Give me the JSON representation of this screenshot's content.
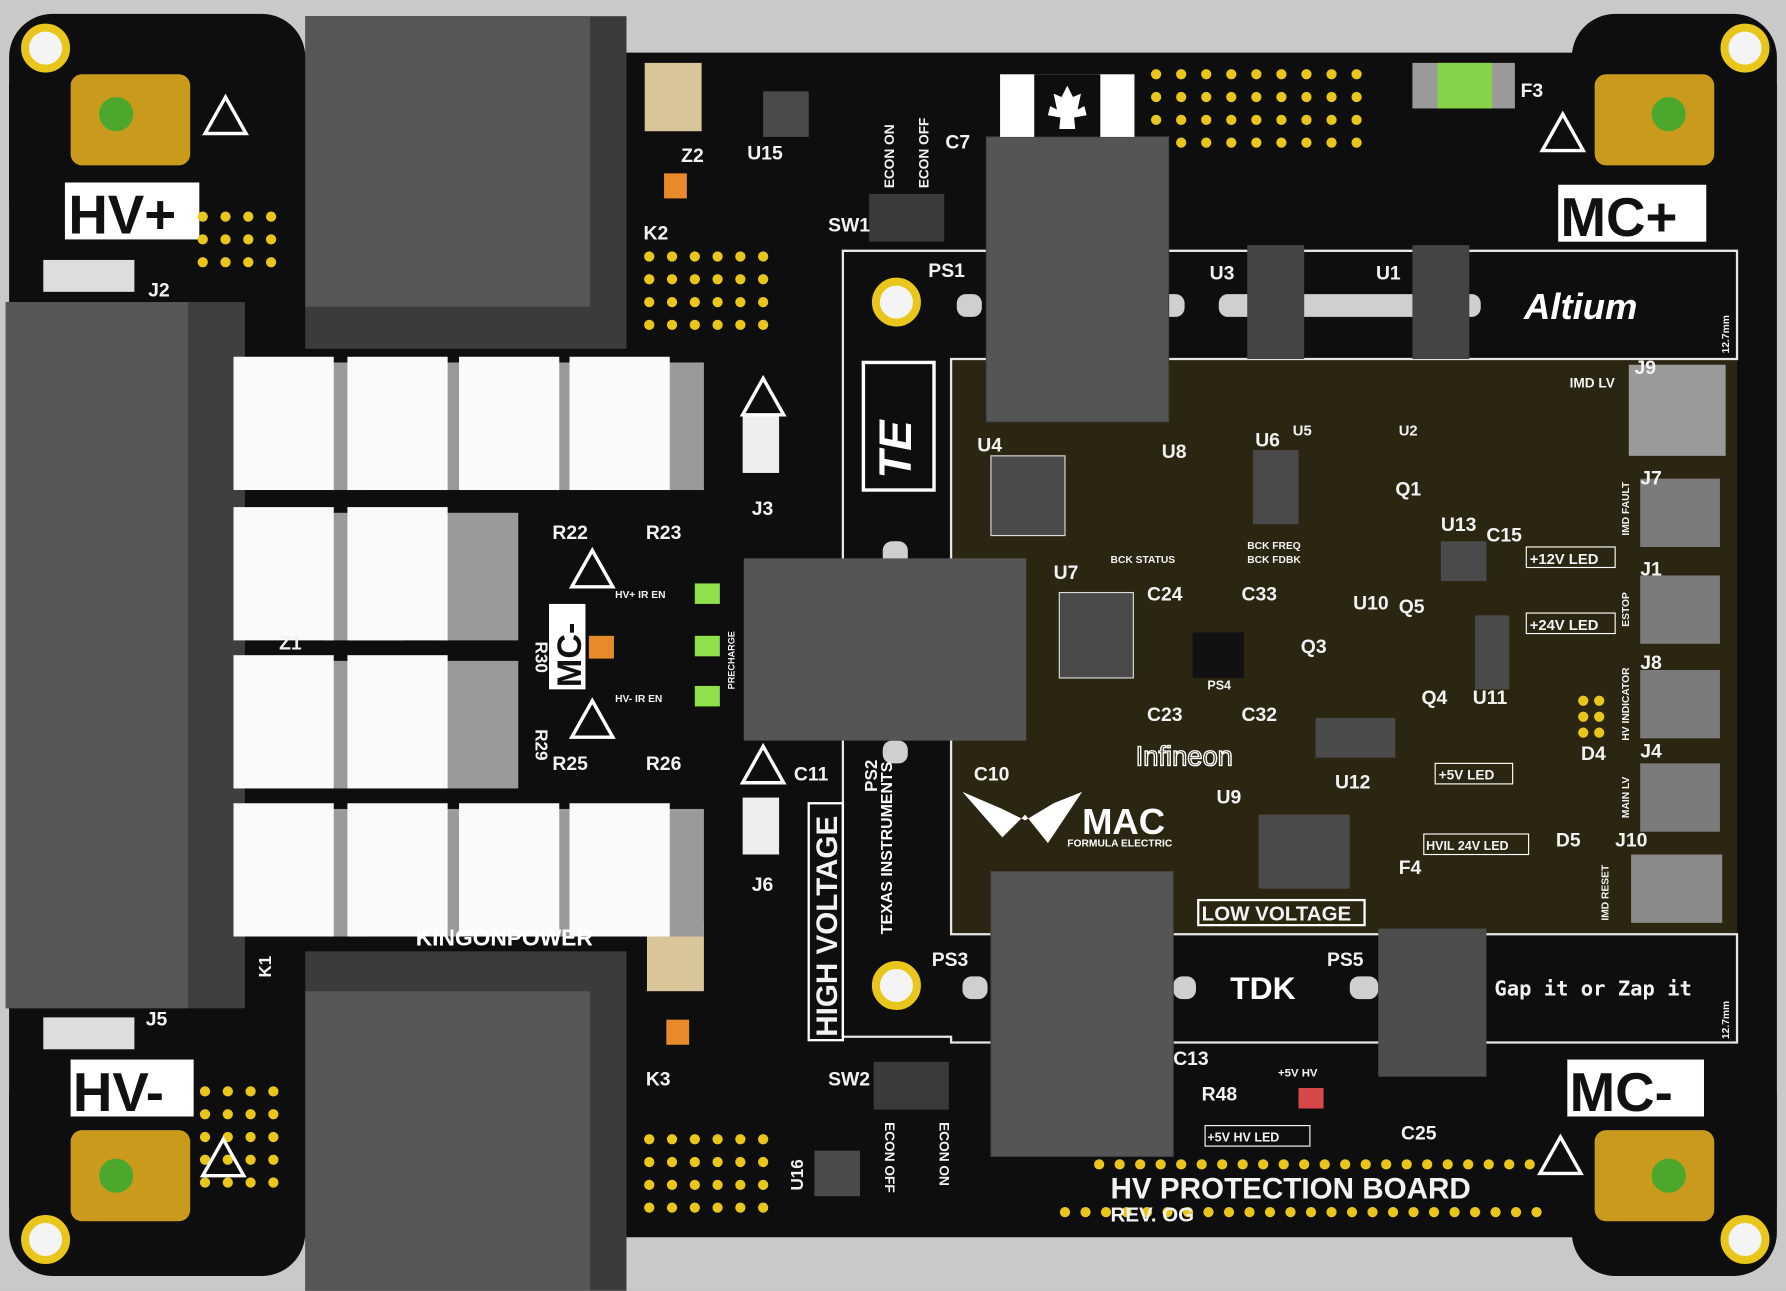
{
  "board": {
    "title": "HV PROTECTION BOARD",
    "revision": "REV. OG",
    "colors": {
      "background": "#c9c9c9",
      "soldermask": "#0e0e0e",
      "lv_region": "#2b2612",
      "copper_gold": "#e8c61c",
      "component_grey": "#585858",
      "relay_white": "#fafafa"
    }
  },
  "terminals": {
    "hv_plus": "HV+",
    "hv_minus": "HV-",
    "mc_plus": "MC+",
    "mc_minus": "MC-",
    "mc_minus_mid": "MC-"
  },
  "logos": {
    "altium": "Altium",
    "te": "TE",
    "ti": "TEXAS INSTRUMENTS",
    "infineon": "Infineon",
    "mac": "MAC",
    "mac_sub": "FORMULA ELECTRIC",
    "tdk": "TDK",
    "kingon": "KINGONPOWER"
  },
  "zones": {
    "high_voltage": "HIGH VOLTAGE",
    "low_voltage": "LOW VOLTAGE",
    "gap_text": "Gap it or Zap it",
    "dim": "12.7mm"
  },
  "refdes": {
    "J2": "J2",
    "J5": "J5",
    "J3": "J3",
    "J6": "J6",
    "J9": "J9",
    "J7": "J7",
    "J1": "J1",
    "J8": "J8",
    "J4": "J4",
    "J10": "J10",
    "K1": "K1",
    "K2": "K2",
    "K3": "K3",
    "Z1": "Z1",
    "Z2": "Z2",
    "R22": "R22",
    "R23": "R23",
    "R25": "R25",
    "R26": "R26",
    "R29": "R29",
    "R30": "R30",
    "R48": "R48",
    "U15": "U15",
    "U16": "U16",
    "U3": "U3",
    "U1": "U1",
    "U4": "U4",
    "U8": "U8",
    "U6": "U6",
    "U5": "U5",
    "U2": "U2",
    "U7": "U7",
    "U13": "U13",
    "U10": "U10",
    "U11": "U11",
    "U12": "U12",
    "U9": "U9",
    "Q1": "Q1",
    "Q3": "Q3",
    "Q4": "Q4",
    "Q5": "Q5",
    "C7": "C7",
    "C11": "C11",
    "C10": "C10",
    "C13": "C13",
    "C15": "C15",
    "C24": "C24",
    "C33": "C33",
    "C23": "C23",
    "C32": "C32",
    "C25": "C25",
    "PS1": "PS1",
    "PS2": "PS2",
    "PS3": "PS3",
    "PS4": "PS4",
    "PS5": "PS5",
    "SW1": "SW1",
    "SW2": "SW2",
    "F3": "F3",
    "F4": "F4",
    "D4": "D4",
    "D5": "D5"
  },
  "annotations": {
    "econ_on": "ECON ON",
    "econ_off": "ECON OFF",
    "imd_lv": "IMD LV",
    "bck_status": "BCK STATUS",
    "bck_freq": "BCK FREQ",
    "bck_fdbk": "BCK FDBK",
    "led_12v": "+12V LED",
    "led_24v": "+24V LED",
    "led_5v": "+5V LED",
    "led_hvil": "HVIL 24V LED",
    "led_5v_hv": "+5V HV LED",
    "hv_5v": "+5V HV",
    "imd_fault": "IMD FAULT",
    "estop": "ESTOP",
    "hv_indicator": "HV INDICATOR",
    "main_lv": "MAIN LV",
    "imd_reset": "IMD RESET",
    "hv_ir_en_plus": "HV+ IR EN",
    "hv_ir_en_minus": "HV- IR EN",
    "precharge": "PRECHARGE"
  }
}
